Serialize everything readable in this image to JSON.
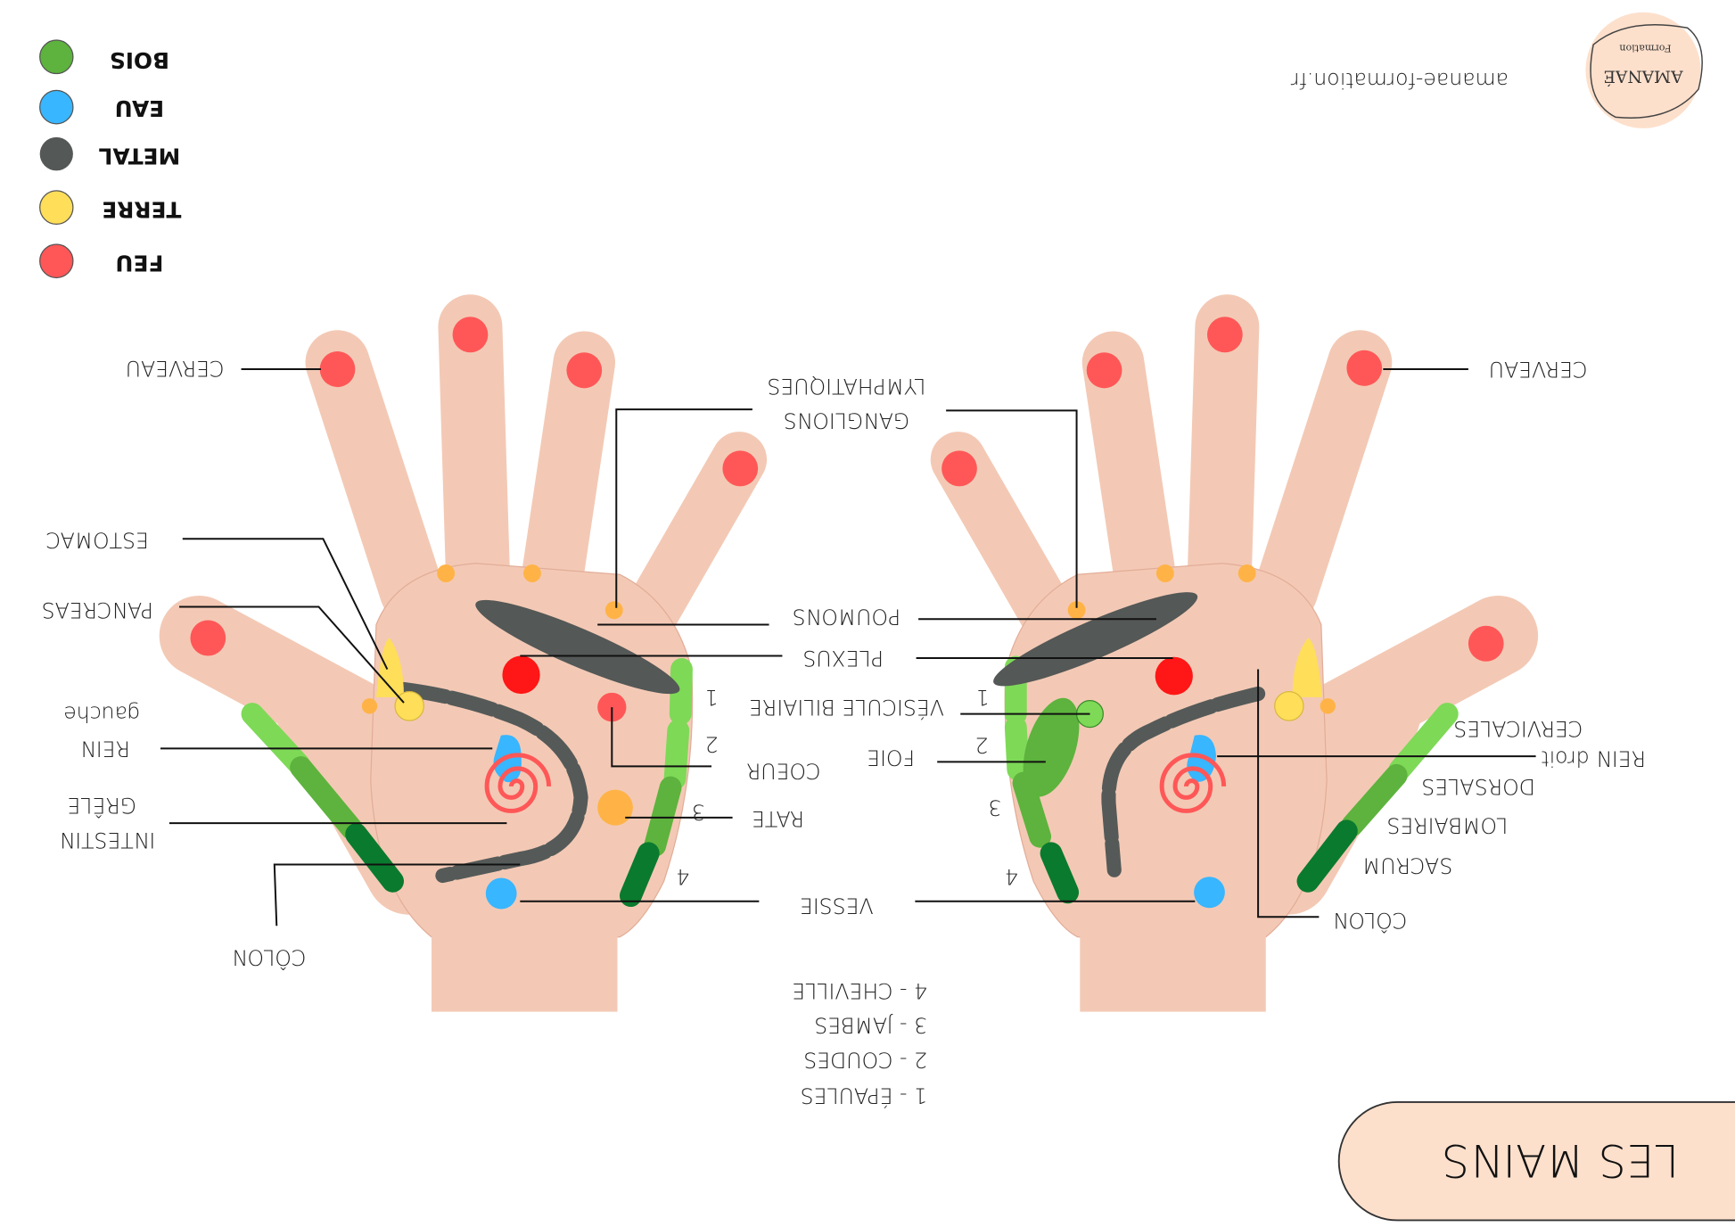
{
  "title": "LES MAINS",
  "website": "amanae-formation.fr",
  "logo": {
    "name": "AMANAÉ",
    "subtitle": "Formation"
  },
  "colors": {
    "bois": "#5db33d",
    "eau": "#38b6ff",
    "metal": "#545856",
    "terre": "#ffde59",
    "feu": "#ff5757",
    "skin": "#f3c9b5",
    "pill": "#fde0cc"
  },
  "legend": [
    {
      "label": "BOIS",
      "color": "#5db33d"
    },
    {
      "label": "EAU",
      "color": "#38b6ff"
    },
    {
      "label": "METAL",
      "color": "#545856"
    },
    {
      "label": "TERRE",
      "color": "#ffde59"
    },
    {
      "label": "FEU",
      "color": "#ff5757"
    }
  ],
  "left_hand": {
    "cerveau": "CERVEAU",
    "estomac": "ESTOMAC",
    "pancreas": "PANCREAS",
    "rein": "REIN",
    "rein_side": "gauche",
    "intestin": "INTESTIN",
    "grele": "GRÊLE",
    "colon": "CÔLON"
  },
  "center": {
    "ganglions": "GANGLIONS",
    "lymphatiques": "LYMPHATIQUES",
    "poumons": "POUMONS",
    "plexus": "PLEXUS",
    "vesicule": "VÉSICULE BILIAIRE",
    "foie": "FOIE",
    "coeur": "COEUR",
    "rate": "RATE",
    "vessie": "VESSIE",
    "numbers": [
      "1",
      "2",
      "3",
      "4"
    ]
  },
  "right_hand": {
    "cerveau": "CERVEAU",
    "cervicales": "CERVICALES",
    "rein": "REIN droit",
    "dorsales": "DORSALES",
    "lombaires": "LOMBAIRES",
    "sacrum": "SACRUM",
    "colon": "CÔLON"
  },
  "joints_legend": [
    "1 - ÉPAULES",
    "2 - COUDES",
    "3 - JAMBES",
    "4 - CHEVILLE"
  ]
}
